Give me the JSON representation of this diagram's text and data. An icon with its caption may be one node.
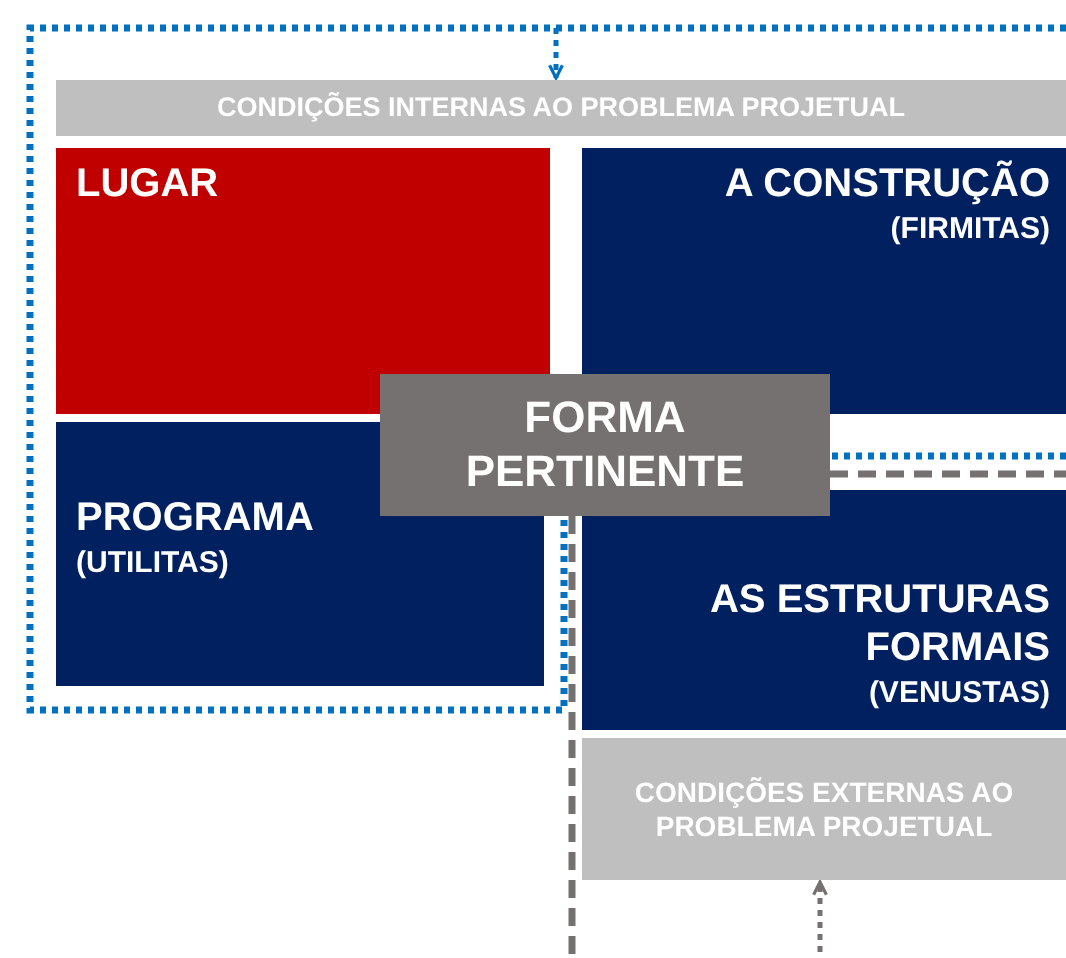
{
  "diagram": {
    "nodes": [
      {
        "text": [
          "CONDIÇÕES INTERNAS AO PROBLEMA PROJETUAL"
        ]
      },
      {
        "text": [
          "LUGAR"
        ]
      },
      {
        "text": [
          "A CONSTRUÇÃO",
          "(FIRMITAS)"
        ]
      },
      {
        "text": [
          "FORMA PERTINENTE"
        ]
      },
      {
        "text": [
          "PROGRAMA",
          "(UTILITAS)"
        ]
      },
      {
        "text": [
          "AS ESTRUTURAS FORMAIS",
          "(VENUSTAS)"
        ]
      },
      {
        "text": [
          "CONDIÇÕES EXTERNAS AO PROBLEMA PROJETUAL"
        ]
      }
    ],
    "edges": [
      {
        "from": null,
        "to": 0,
        "arrow": "to",
        "style": "dashed",
        "color": "#0070c0"
      },
      {
        "from": null,
        "to": 6,
        "arrow": "to",
        "style": "dashed",
        "color": "#767171"
      }
    ]
  }
}
